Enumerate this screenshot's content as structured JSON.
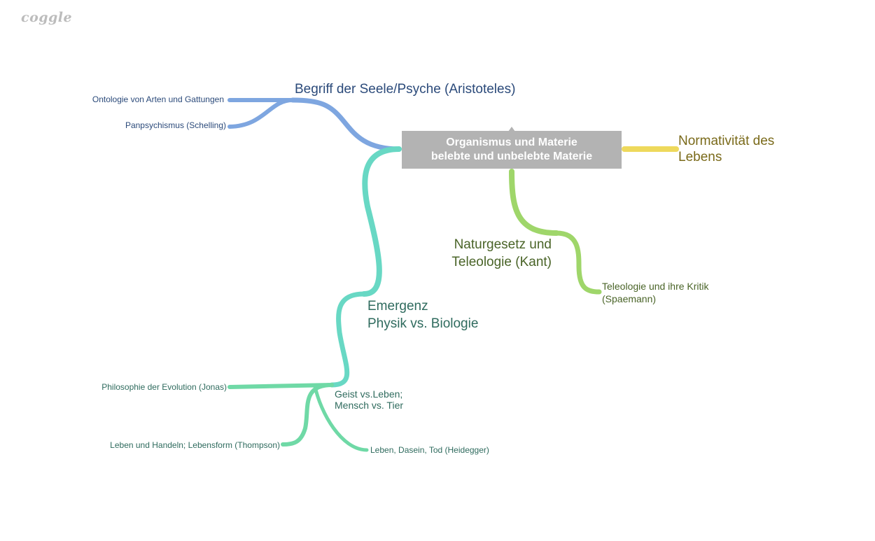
{
  "app": {
    "logo_text": "coggle"
  },
  "colors": {
    "root_bg": "#b3b3b3",
    "blue_branch": "#7ea6e0",
    "blue_text": "#2b4a7a",
    "teal_branch": "#68d8c4",
    "teal_text": "#2f6b5e",
    "green_branch": "#9fd66a",
    "green_text": "#4a6428",
    "yellow_branch": "#eed95c",
    "yellow_text": "#7a6a1a",
    "mint_branch": "#6fd9a6"
  },
  "root": {
    "line1": "Organismus und Materie",
    "line2": "belebte und unbelebte Materie"
  },
  "nodes": {
    "seele": {
      "text": "Begriff der Seele/Psyche (Aristoteles)"
    },
    "ontologie": {
      "text": "Ontologie von Arten und Gattungen"
    },
    "panpsychismus": {
      "text": "Panpsychismus (Schelling)"
    },
    "normativitaet": {
      "line1": "Normativität des",
      "line2": "Lebens"
    },
    "naturgesetz": {
      "line1": "Naturgesetz und",
      "line2": "Teleologie (Kant)"
    },
    "teleologie_kritik": {
      "line1": "Teleologie und ihre Kritik",
      "line2": "(Spaemann)"
    },
    "emergenz": {
      "line1": "Emergenz",
      "line2": "Physik vs. Biologie"
    },
    "geist": {
      "line1": "Geist vs.Leben;",
      "line2": "Mensch vs. Tier"
    },
    "jonas": {
      "text": "Philosophie der Evolution (Jonas)"
    },
    "thompson": {
      "text": "Leben und Handeln; Lebensform (Thompson)"
    },
    "heidegger": {
      "text": "Leben, Dasein, Tod (Heidegger)"
    }
  }
}
